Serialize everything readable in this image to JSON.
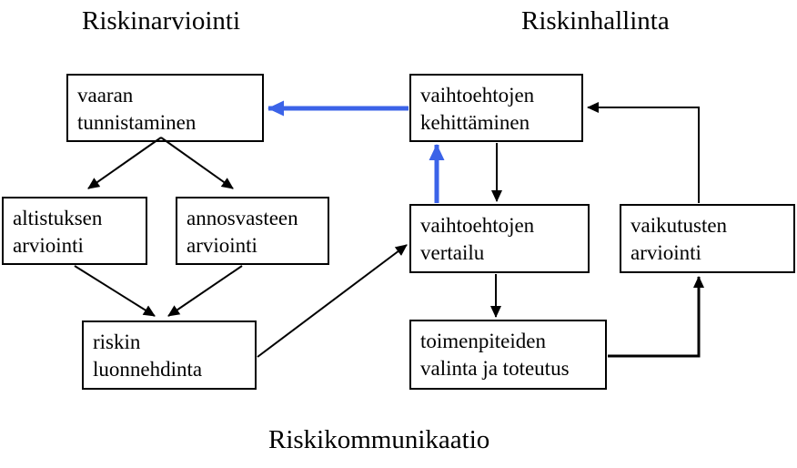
{
  "colors": {
    "background": "#ffffff",
    "box_border": "#000000",
    "text_color": "#000000",
    "arrow_black": "#000000",
    "arrow_blue": "#3b63e8"
  },
  "headings": {
    "top_left": "Riskinarviointi",
    "top_right": "Riskinhallinta",
    "bottom": "Riskikommunikaatio"
  },
  "boxes": {
    "hazard_identification": {
      "line1": "vaaran",
      "line2": "tunnistaminen"
    },
    "exposure_assessment": {
      "line1": "altistuksen",
      "line2": "arviointi"
    },
    "dose_response_assessment": {
      "line1": "annosvasteen",
      "line2": "arviointi"
    },
    "risk_characterization": {
      "line1": "riskin",
      "line2": "luonnehdinta"
    },
    "options_development": {
      "line1": "vaihtoehtojen",
      "line2": "kehittäminen"
    },
    "options_comparison": {
      "line1": "vaihtoehtojen",
      "line2": "vertailu"
    },
    "impact_assessment": {
      "line1": "vaikutusten",
      "line2": "arviointi"
    },
    "action_selection": {
      "line1": "toimenpiteiden",
      "line2": "valinta ja toteutus"
    }
  }
}
